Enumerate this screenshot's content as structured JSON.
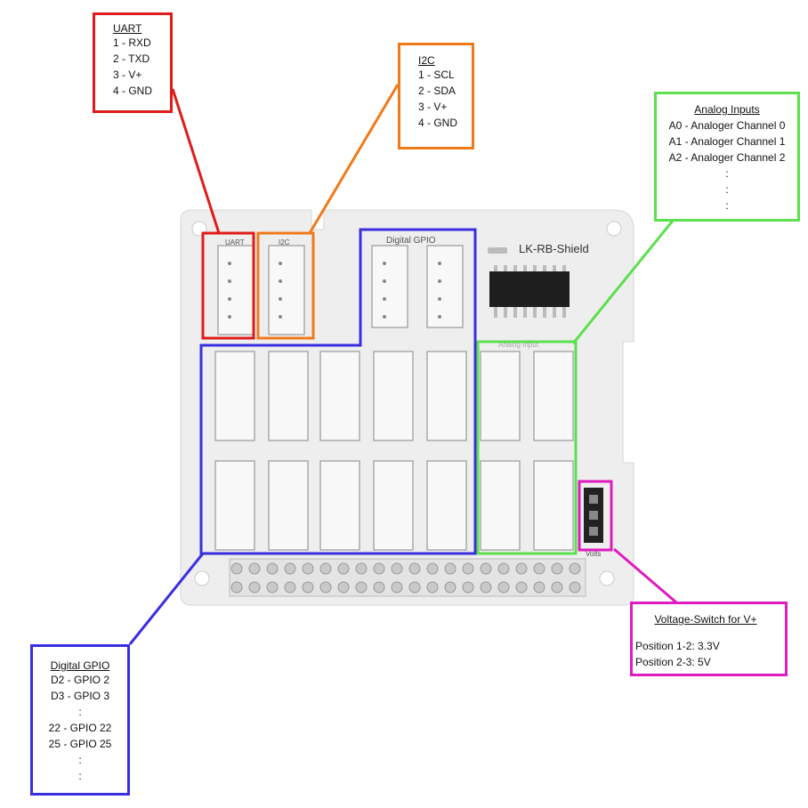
{
  "colors": {
    "uart": "#e01b1b",
    "i2c": "#f07a1a",
    "analog": "#5ce04e",
    "gpio": "#3a2ee0",
    "switch": "#e01bbf",
    "board": "#eeeeee"
  },
  "board": {
    "title": "LK-RB-Shield",
    "uart_silk": "UART",
    "i2c_silk": "I2C",
    "gpio_silk": "Digital GPIO",
    "analog_silk": "Analog Input",
    "volts_silk": "Volts"
  },
  "uart": {
    "title": "UART",
    "lines": [
      "1 - RXD",
      "2 - TXD",
      "3 - V+",
      "4 - GND"
    ]
  },
  "i2c": {
    "title": "I2C",
    "lines": [
      "1 - SCL",
      "2 - SDA",
      "3 - V+",
      "4 - GND"
    ]
  },
  "analog": {
    "title": "Analog Inputs",
    "lines": [
      "A0 - Analoger Channel 0",
      "A1 - Analoger Channel 1",
      "A2 - Analoger Channel 2",
      ":",
      ":",
      ":"
    ]
  },
  "voltage": {
    "title": "Voltage-Switch for V+",
    "lines": [
      "Position 1-2: 3.3V",
      "Position 2-3: 5V"
    ]
  },
  "gpio": {
    "title": "Digital   GPIO",
    "lines": [
      "D2 - GPIO 2",
      "D3 - GPIO 3",
      ":",
      "22 - GPIO 22",
      "25 - GPIO 25",
      ":",
      ":"
    ]
  }
}
